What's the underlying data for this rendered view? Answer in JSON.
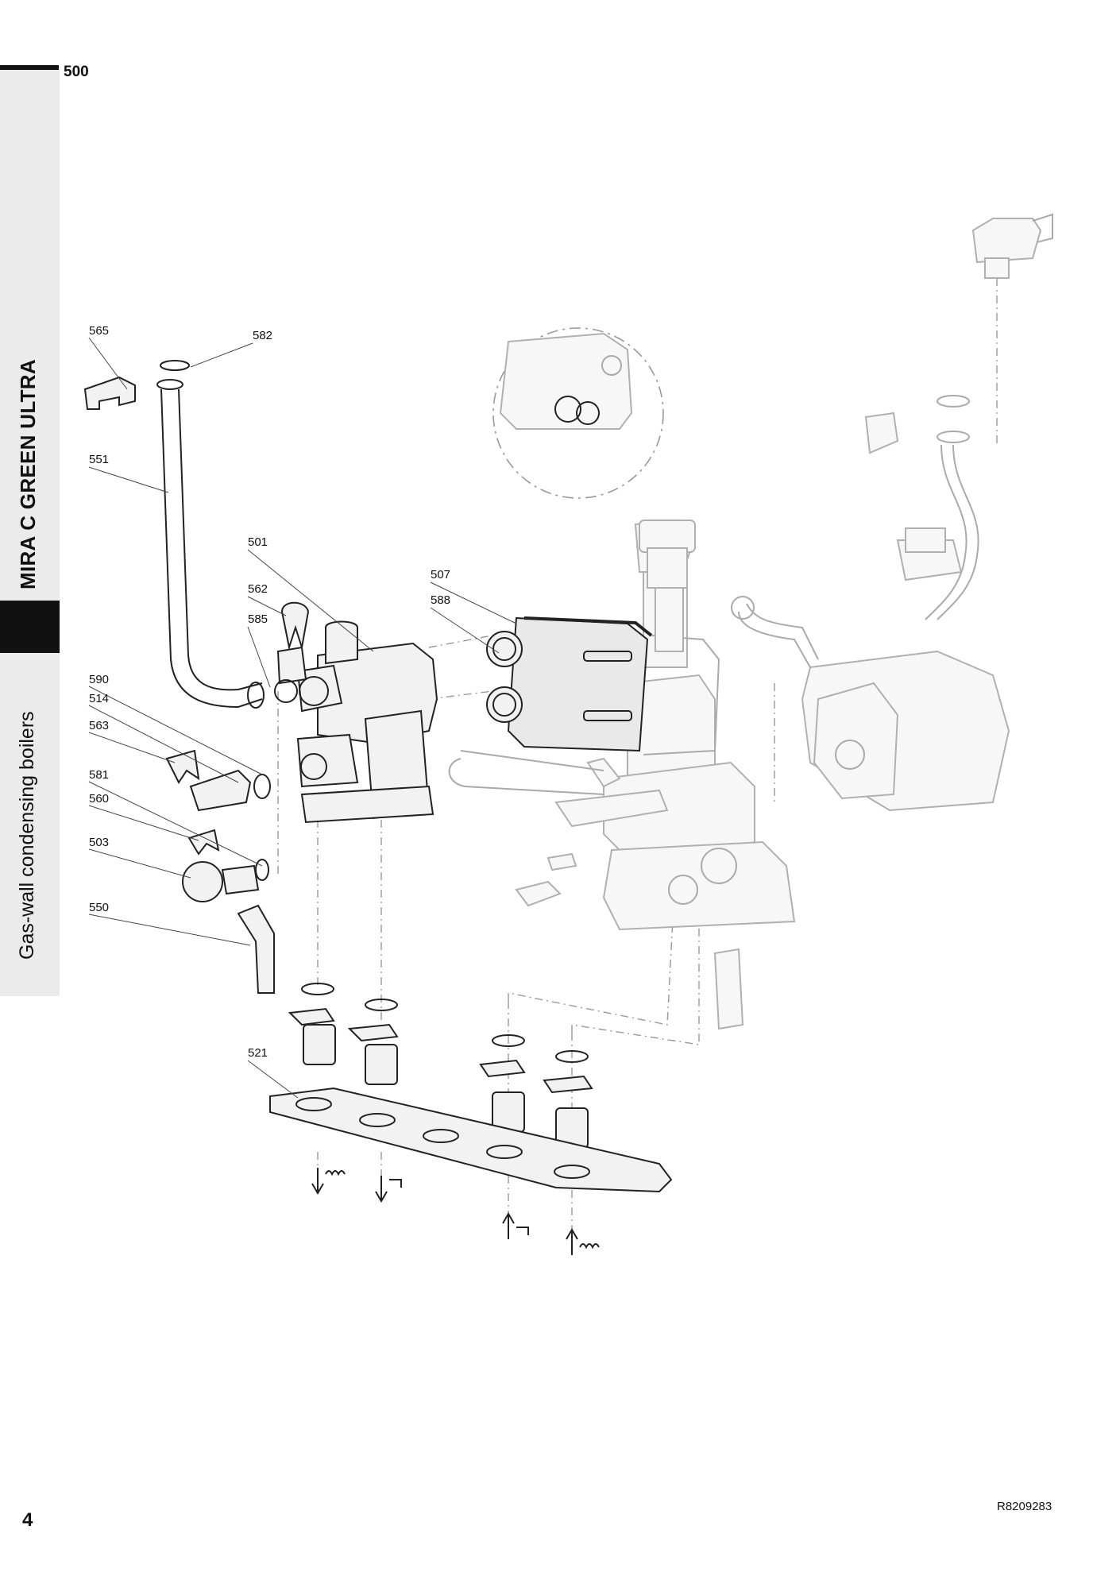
{
  "header": {
    "section_number": "500"
  },
  "sidebar": {
    "model_title": "MIRA C GREEN ULTRA",
    "range_title": "Gas-wall condensing boilers"
  },
  "footer": {
    "page_number": "4",
    "document_reference": "R8209283"
  },
  "diagram": {
    "callouts": [
      "565",
      "582",
      "551",
      "501",
      "562",
      "585",
      "507",
      "588",
      "590",
      "514",
      "563",
      "581",
      "560",
      "503",
      "550",
      "521"
    ]
  }
}
